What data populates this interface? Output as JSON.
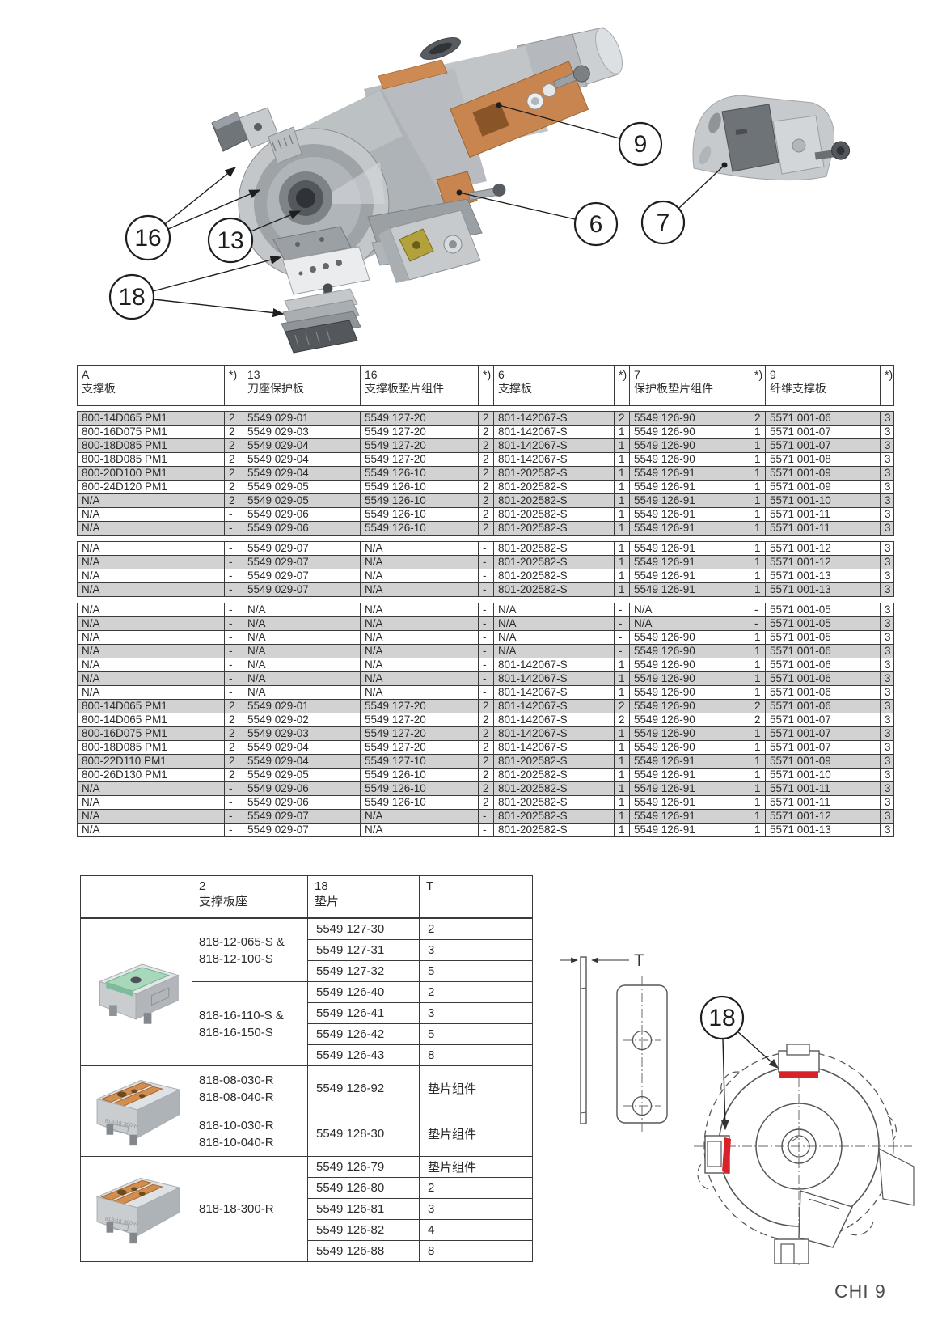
{
  "page": {
    "footer": "CHI 9"
  },
  "illustration": {
    "callouts": {
      "c16": "16",
      "c13": "13",
      "c18": "18",
      "c9": "9",
      "c6": "6",
      "c7": "7"
    }
  },
  "main_table": {
    "columns": [
      {
        "code": "A",
        "name": "支撑板"
      },
      {
        "code": "*)",
        "name": ""
      },
      {
        "code": "13",
        "name": "刀座保护板"
      },
      {
        "code": "16",
        "name": "支撑板垫片组件"
      },
      {
        "code": "*)",
        "name": ""
      },
      {
        "code": "6",
        "name": "支撑板"
      },
      {
        "code": "*)",
        "name": ""
      },
      {
        "code": "7",
        "name": "保护板垫片组件"
      },
      {
        "code": "*)",
        "name": ""
      },
      {
        "code": "9",
        "name": "纤维支撑板"
      },
      {
        "code": "*)",
        "name": ""
      }
    ],
    "gap_after_rows": [
      9,
      13
    ],
    "rows": [
      [
        "800-14D065 PM1",
        "2",
        "5549 029-01",
        "5549 127-20",
        "2",
        "801-142067-S",
        "2",
        "5549 126-90",
        "2",
        "5571 001-06",
        "3"
      ],
      [
        "800-16D075 PM1",
        "2",
        "5549 029-03",
        "5549 127-20",
        "2",
        "801-142067-S",
        "1",
        "5549 126-90",
        "1",
        "5571 001-07",
        "3"
      ],
      [
        "800-18D085 PM1",
        "2",
        "5549 029-04",
        "5549 127-20",
        "2",
        "801-142067-S",
        "1",
        "5549 126-90",
        "1",
        "5571 001-07",
        "3"
      ],
      [
        "800-18D085 PM1",
        "2",
        "5549 029-04",
        "5549 127-20",
        "2",
        "801-142067-S",
        "1",
        "5549 126-90",
        "1",
        "5571 001-08",
        "3"
      ],
      [
        "800-20D100 PM1",
        "2",
        "5549 029-04",
        "5549 126-10",
        "2",
        "801-202582-S",
        "1",
        "5549 126-91",
        "1",
        "5571 001-09",
        "3"
      ],
      [
        "800-24D120 PM1",
        "2",
        "5549 029-05",
        "5549 126-10",
        "2",
        "801-202582-S",
        "1",
        "5549 126-91",
        "1",
        "5571 001-09",
        "3"
      ],
      [
        "N/A",
        "2",
        "5549 029-05",
        "5549 126-10",
        "2",
        "801-202582-S",
        "1",
        "5549 126-91",
        "1",
        "5571 001-10",
        "3"
      ],
      [
        "N/A",
        "-",
        "5549 029-06",
        "5549 126-10",
        "2",
        "801-202582-S",
        "1",
        "5549 126-91",
        "1",
        "5571 001-11",
        "3"
      ],
      [
        "N/A",
        "-",
        "5549 029-06",
        "5549 126-10",
        "2",
        "801-202582-S",
        "1",
        "5549 126-91",
        "1",
        "5571 001-11",
        "3"
      ],
      [
        "N/A",
        "-",
        "5549 029-07",
        "N/A",
        "-",
        "801-202582-S",
        "1",
        "5549 126-91",
        "1",
        "5571 001-12",
        "3"
      ],
      [
        "N/A",
        "-",
        "5549 029-07",
        "N/A",
        "-",
        "801-202582-S",
        "1",
        "5549 126-91",
        "1",
        "5571 001-12",
        "3"
      ],
      [
        "N/A",
        "-",
        "5549 029-07",
        "N/A",
        "-",
        "801-202582-S",
        "1",
        "5549 126-91",
        "1",
        "5571 001-13",
        "3"
      ],
      [
        "N/A",
        "-",
        "5549 029-07",
        "N/A",
        "-",
        "801-202582-S",
        "1",
        "5549 126-91",
        "1",
        "5571 001-13",
        "3"
      ],
      [
        "N/A",
        "-",
        "N/A",
        "N/A",
        "-",
        "N/A",
        "-",
        "N/A",
        "-",
        "5571 001-05",
        "3"
      ],
      [
        "N/A",
        "-",
        "N/A",
        "N/A",
        "-",
        "N/A",
        "-",
        "N/A",
        "-",
        "5571 001-05",
        "3"
      ],
      [
        "N/A",
        "-",
        "N/A",
        "N/A",
        "-",
        "N/A",
        "-",
        "5549 126-90",
        "1",
        "5571 001-05",
        "3"
      ],
      [
        "N/A",
        "-",
        "N/A",
        "N/A",
        "-",
        "N/A",
        "-",
        "5549 126-90",
        "1",
        "5571 001-06",
        "3"
      ],
      [
        "N/A",
        "-",
        "N/A",
        "N/A",
        "-",
        "801-142067-S",
        "1",
        "5549 126-90",
        "1",
        "5571 001-06",
        "3"
      ],
      [
        "N/A",
        "-",
        "N/A",
        "N/A",
        "-",
        "801-142067-S",
        "1",
        "5549 126-90",
        "1",
        "5571 001-06",
        "3"
      ],
      [
        "N/A",
        "-",
        "N/A",
        "N/A",
        "-",
        "801-142067-S",
        "1",
        "5549 126-90",
        "1",
        "5571 001-06",
        "3"
      ],
      [
        "800-14D065 PM1",
        "2",
        "5549 029-01",
        "5549 127-20",
        "2",
        "801-142067-S",
        "2",
        "5549 126-90",
        "2",
        "5571 001-06",
        "3"
      ],
      [
        "800-14D065 PM1",
        "2",
        "5549 029-02",
        "5549 127-20",
        "2",
        "801-142067-S",
        "2",
        "5549 126-90",
        "2",
        "5571 001-07",
        "3"
      ],
      [
        "800-16D075 PM1",
        "2",
        "5549 029-03",
        "5549 127-20",
        "2",
        "801-142067-S",
        "1",
        "5549 126-90",
        "1",
        "5571 001-07",
        "3"
      ],
      [
        "800-18D085 PM1",
        "2",
        "5549 029-04",
        "5549 127-20",
        "2",
        "801-142067-S",
        "1",
        "5549 126-90",
        "1",
        "5571 001-07",
        "3"
      ],
      [
        "800-22D110 PM1",
        "2",
        "5549 029-04",
        "5549 127-10",
        "2",
        "801-202582-S",
        "1",
        "5549 126-91",
        "1",
        "5571 001-09",
        "3"
      ],
      [
        "800-26D130 PM1",
        "2",
        "5549 029-05",
        "5549 126-10",
        "2",
        "801-202582-S",
        "1",
        "5549 126-91",
        "1",
        "5571 001-10",
        "3"
      ],
      [
        "N/A",
        "-",
        "5549 029-06",
        "5549 126-10",
        "2",
        "801-202582-S",
        "1",
        "5549 126-91",
        "1",
        "5571 001-11",
        "3"
      ],
      [
        "N/A",
        "-",
        "5549 029-06",
        "5549 126-10",
        "2",
        "801-202582-S",
        "1",
        "5549 126-91",
        "1",
        "5571 001-11",
        "3"
      ],
      [
        "N/A",
        "-",
        "5549 029-07",
        "N/A",
        "-",
        "801-202582-S",
        "1",
        "5549 126-91",
        "1",
        "5571 001-12",
        "3"
      ],
      [
        "N/A",
        "-",
        "5549 029-07",
        "N/A",
        "-",
        "801-202582-S",
        "1",
        "5549 126-91",
        "1",
        "5571 001-13",
        "3"
      ]
    ]
  },
  "shim_table": {
    "header": {
      "col_seat_code": "2",
      "col_seat_name": "支撑板座",
      "col_shim_code": "18",
      "col_shim_name": "垫片",
      "col_t": "T"
    },
    "engraved_label": "818-18-300-R",
    "groups": [
      {
        "image": "pad-seat-green",
        "seats": [
          {
            "name_lines": [
              "818-12-065-S &",
              "818-12-100-S"
            ],
            "rows": [
              [
                "5549 127-30",
                "2"
              ],
              [
                "5549 127-31",
                "3"
              ],
              [
                "5549 127-32",
                "5"
              ]
            ]
          },
          {
            "name_lines": [
              "818-16-110-S &",
              "818-16-150-S"
            ],
            "rows": [
              [
                "5549 126-40",
                "2"
              ],
              [
                "5549 126-41",
                "3"
              ],
              [
                "5549 126-42",
                "5"
              ],
              [
                "5549 126-43",
                "8"
              ]
            ]
          }
        ]
      },
      {
        "image": "pad-seat-orange",
        "seats": [
          {
            "name_lines": [
              "818-08-030-R",
              "818-08-040-R"
            ],
            "rows": [
              [
                "5549 126-92",
                "垫片组件"
              ]
            ]
          },
          {
            "name_lines": [
              "818-10-030-R",
              "818-10-040-R"
            ],
            "rows": [
              [
                "5549 128-30",
                "垫片组件"
              ]
            ]
          }
        ]
      },
      {
        "image": "pad-seat-orange",
        "seats": [
          {
            "name_lines": [
              "818-18-300-R"
            ],
            "rows": [
              [
                "5549 126-79",
                "垫片组件"
              ],
              [
                "5549 126-80",
                "2"
              ],
              [
                "5549 126-81",
                "3"
              ],
              [
                "5549 126-82",
                "4"
              ],
              [
                "5549 126-88",
                "8"
              ]
            ]
          }
        ]
      }
    ]
  },
  "diagram": {
    "t_label": "T",
    "callout": "18"
  },
  "colors": {
    "row_shade": "#d2d2d2",
    "accent_orange": "#cd8a52",
    "highlight_red": "#d8232a",
    "insert_gold": "#b3a23c",
    "pad_green": "#a8d8bc"
  }
}
